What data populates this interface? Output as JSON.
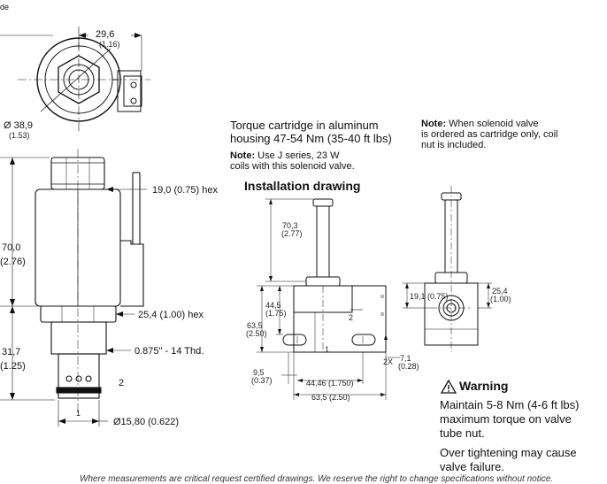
{
  "header": {
    "corner_text": "de"
  },
  "top_view": {
    "width_dim": "29,6",
    "width_dim_in": "(1.16)",
    "diameter_dim": "Ø 38,9",
    "diameter_dim_in": "(1.53)"
  },
  "side_view": {
    "hex_top": "19,0 (0.75) hex",
    "hex_bottom": "25,4 (1.00) hex",
    "thread": "0.875\" - 14 Thd.",
    "height_mm": "70,0",
    "height_in": "(2.76)",
    "lower_mm": "31,7",
    "lower_in": "(1.25)",
    "port1": "1",
    "port2": "2",
    "bottom_dia": "Ø15,80 (0.622)"
  },
  "notes": {
    "torque_cartridge": "Torque cartridge in aluminum",
    "torque_housing": "housing 47-54 Nm (35-40 ft lbs)",
    "series_bold": "Note:",
    "series_line1": " Use J series, 23 W",
    "series_line2": "coils with this solenoid valve.",
    "cartridge_bold": "Note:",
    "cartridge_line1": " When solenoid valve",
    "cartridge_line2": "is ordered as cartridge only, coil",
    "cartridge_line3": "nut is included."
  },
  "installation": {
    "title": "Installation drawing",
    "stem_height": "70,3",
    "stem_height_in": "(2.77)",
    "body_height": "44,5",
    "body_height_in": "(1.75)",
    "total_height": "63,5",
    "total_height_in": "(2.50)",
    "bottom_offset": "9,5",
    "bottom_offset_in": "(0.37)",
    "port_spacing": "44,46 (1.750)",
    "body_width": "63,5 (2.50)",
    "port1": "1",
    "port2": "2",
    "hole_qty": "2X",
    "hole_dia": "7,1",
    "hole_dia_in": "(0.28)",
    "side_offset": "19,1 (0.75)",
    "side_width": "25,4",
    "side_width_in": "(1.00)"
  },
  "warning": {
    "title": "Warning",
    "line1": "Maintain 5-8 Nm (4-6 ft lbs)",
    "line2": "maximum torque on valve",
    "line3": "tube nut.",
    "line4": "Over tightening may cause",
    "line5": "valve failure."
  },
  "footer": {
    "text": "Where measurements are critical request certified drawings. We reserve the right to change specifications without notice."
  }
}
